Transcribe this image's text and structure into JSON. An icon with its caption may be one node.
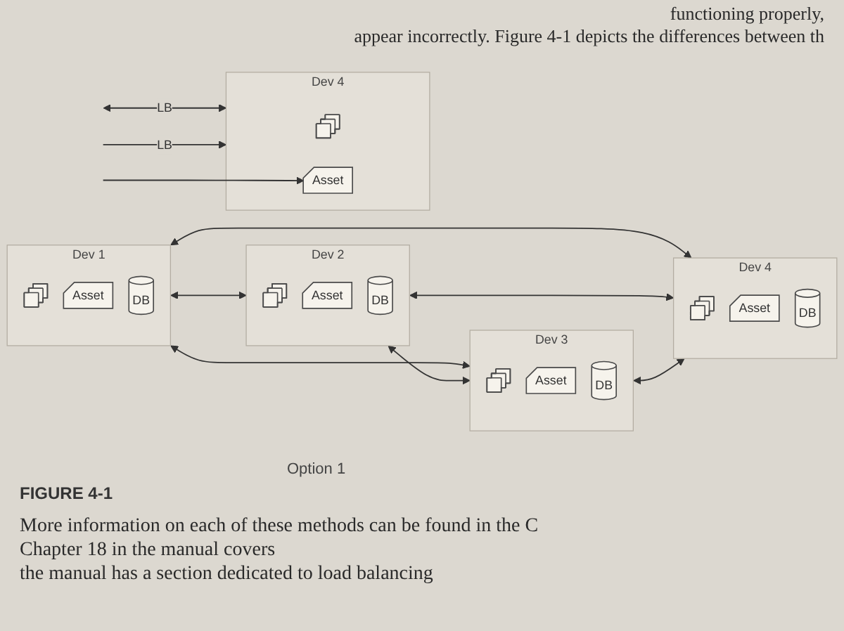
{
  "diagram": {
    "caption": "FIGURE 4-1",
    "nodes": [
      {
        "text": [
          "Dev 1"
        ]
      },
      {
        "text": [],
        "shape": "cube",
        "in": 0
      },
      {
        "text": [
          "Asset"
        ],
        "in": 0
      },
      {
        "text": [
          "DB"
        ],
        "in": 0
      },
      {
        "text": [
          "Dev 2"
        ]
      },
      {
        "text": [],
        "shape": "cube",
        "in": 4
      },
      {
        "text": [
          "Asset"
        ],
        "in": 4
      },
      {
        "text": [
          "DB"
        ],
        "in": 4
      },
      {
        "text": [
          "Dev 3"
        ]
      },
      {
        "text": [],
        "shape": "cube",
        "in": 8
      },
      {
        "text": [
          "Asset"
        ],
        "in": 8
      },
      {
        "text": [
          "DB"
        ],
        "in": 8
      },
      {
        "text": [
          "Dev 4"
        ]
      },
      {
        "text": [],
        "shape": "cube",
        "in": 12
      },
      {
        "text": [
          "Asset"
        ],
        "in": 12
      },
      {
        "text": [
          "DB"
        ],
        "in": 12
      },
      {
        "text": [
          "Dev 4"
        ]
      },
      {
        "text": [],
        "shape": "cube",
        "in": 16
      },
      {
        "text": [
          "Asset"
        ],
        "in": 16
      }
    ],
    "edges": [
      {
        "from": 0,
        "to": 4,
        "arrow": "both"
      },
      {
        "from": 0,
        "to": 8,
        "arrow": "both"
      },
      {
        "from": 0,
        "to": 12,
        "arrow": "both"
      },
      {
        "from": 4,
        "to": 8,
        "arrow": "both"
      },
      {
        "from": 4,
        "to": 12,
        "arrow": "both"
      },
      {
        "from": 8,
        "to": 12,
        "arrow": "both"
      },
      {
        "from": null,
        "to": 16,
        "arrow": "both",
        "label": "LB"
      },
      {
        "from": null,
        "to": 18,
        "arrow": "to"
      },
      {
        "from": null,
        "to": 16,
        "arrow": "to",
        "label": "LB"
      }
    ],
    "labels": [
      "functioning properly,",
      "appear incorrectly. Figure 4-1 depicts the differences between th",
      "Option 1",
      "More information on each of these methods can be found in the C",
      "Chapter 18 in the manual covers",
      "the manual has a section dedicated to load balancing"
    ]
  }
}
